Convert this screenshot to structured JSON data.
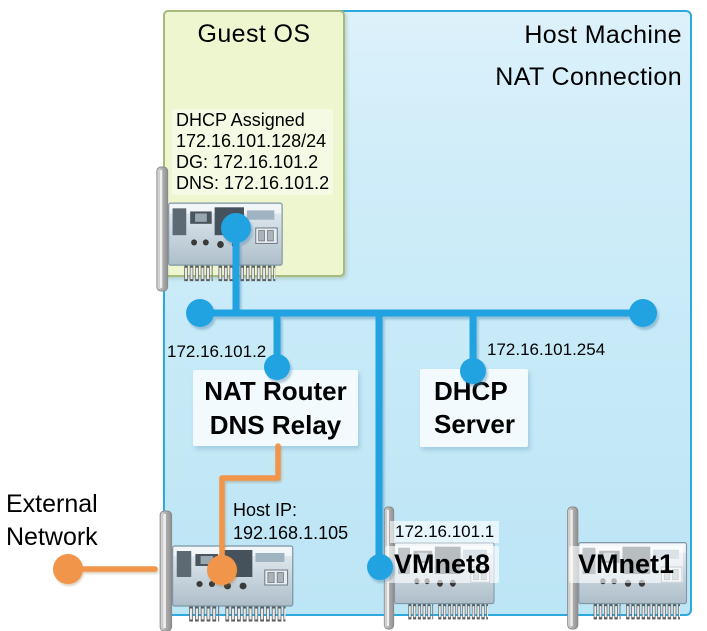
{
  "diagram": {
    "guest_box": {
      "title": "Guest OS"
    },
    "host_box": {
      "title": "Host Machine",
      "subtitle": "NAT Connection"
    },
    "guest_adapter": {
      "info_line1": "DHCP Assigned",
      "info_line2": "172.16.101.128/24",
      "info_line3": "DG: 172.16.101.2",
      "info_line4": "DNS: 172.16.101.2"
    },
    "nat_router": {
      "ip": "172.16.101.2",
      "label_line1": "NAT Router",
      "label_line2": "DNS Relay"
    },
    "dhcp_server": {
      "ip": "172.16.101.254",
      "label_line1": "DHCP",
      "label_line2": "Server"
    },
    "host_adapter": {
      "label_line1": "Host IP:",
      "label_line2": "192.168.1.105"
    },
    "vmnet8_adapter": {
      "ip": "172.16.101.1",
      "label": "VMnet8"
    },
    "vmnet1_adapter": {
      "label": "VMnet1"
    },
    "external_network": {
      "label_line1": "External",
      "label_line2": "Network"
    },
    "colors": {
      "connection_blue": "#21A3E2",
      "connection_orange": "#F0954A",
      "host_box_fill_top": "#DDF1FA",
      "host_box_fill_bottom": "#BCE5F5",
      "host_box_border": "#2FA9DD",
      "guest_box_fill": "#EDF6CF",
      "guest_box_border": "#A6BA7C"
    }
  }
}
